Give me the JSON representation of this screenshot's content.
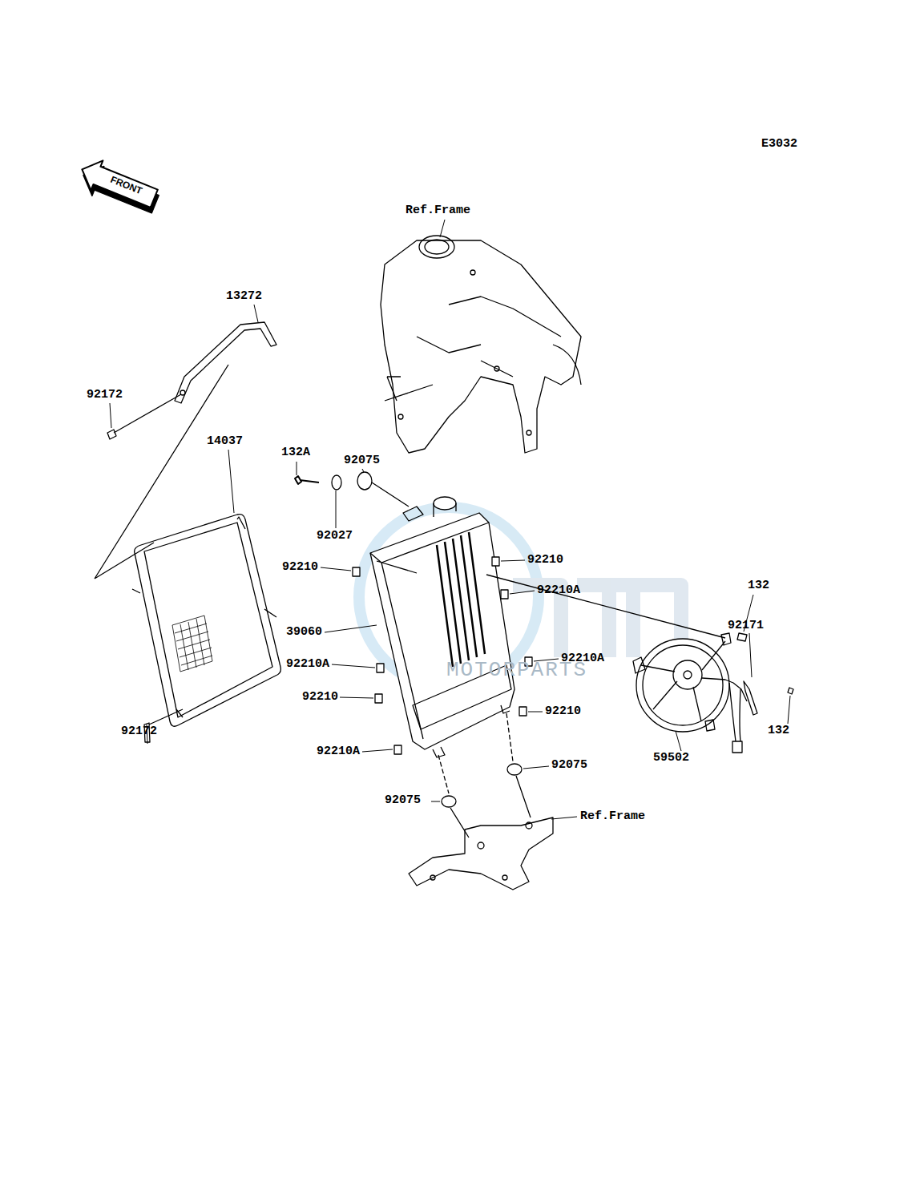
{
  "diagram": {
    "labels": [
      "E3032",
      "FRONT",
      "Ref.Frame",
      "13272",
      "92172",
      "14037",
      "132A",
      "92075",
      "92027",
      "92210",
      "92210",
      "92210A",
      "132",
      "39060",
      "92171",
      "92210A",
      "92210A",
      "MOTORPARTS",
      "92210",
      "92210",
      "92172",
      "92210A",
      "59502",
      "132",
      "92075",
      "92075",
      "Ref.Frame"
    ]
  }
}
